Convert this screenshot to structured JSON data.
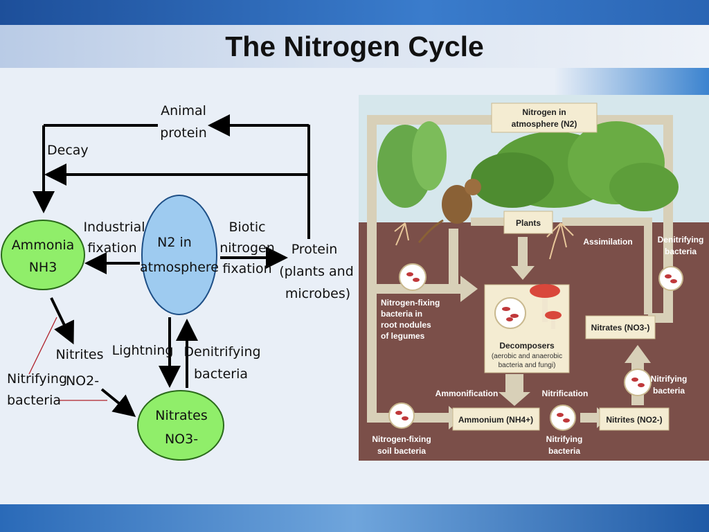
{
  "title": "The Nitrogen Cycle",
  "left_diagram": {
    "animal_protein": [
      "Animal",
      "protein"
    ],
    "decay": "Decay",
    "ammonia": [
      "Ammonia",
      "NH3"
    ],
    "industrial_fixation": [
      "Industrial",
      "fixation"
    ],
    "n2": [
      "N2  in",
      "atmosphere"
    ],
    "biotic_fixation": [
      "Biotic",
      "nitrogen",
      "fixation"
    ],
    "protein": [
      "Protein",
      "(plants and",
      "microbes)"
    ],
    "nitrites": [
      "Nitrites",
      "NO2-"
    ],
    "nitrifying_bacteria": [
      "Nitrifying",
      "bacteria"
    ],
    "lightning": "Lightning",
    "denitrifying_bacteria": [
      "Denitrifying",
      "bacteria"
    ],
    "nitrates": [
      "Nitrates",
      "NO3-"
    ]
  },
  "right_diagram": {
    "n2_box": [
      "Nitrogen in",
      "atmosphere (N2)"
    ],
    "plants": "Plants",
    "assimilation": "Assimilation",
    "denitrifying": [
      "Denitrifying",
      "bacteria"
    ],
    "fixing_nodules": [
      "Nitrogen-fixing",
      "bacteria in",
      "root nodules",
      "of legumes"
    ],
    "decomposers": "Decomposers",
    "decomposers_sub": [
      "(aerobic and anaerobic",
      "bacteria and fungi)"
    ],
    "nitrates_box": "Nitrates (NO3-)",
    "nitrifying_upper": [
      "Nitrifying",
      "bacteria"
    ],
    "ammonification": "Ammonification",
    "nitrification": "Nitrification",
    "ammonium_box": "Ammonium (NH4+)",
    "nitrites_box": "Nitrites (NO2-)",
    "soil_bacteria": [
      "Nitrogen-fixing",
      "soil bacteria"
    ],
    "nitrifying_lower": [
      "Nitrifying",
      "bacteria"
    ]
  }
}
